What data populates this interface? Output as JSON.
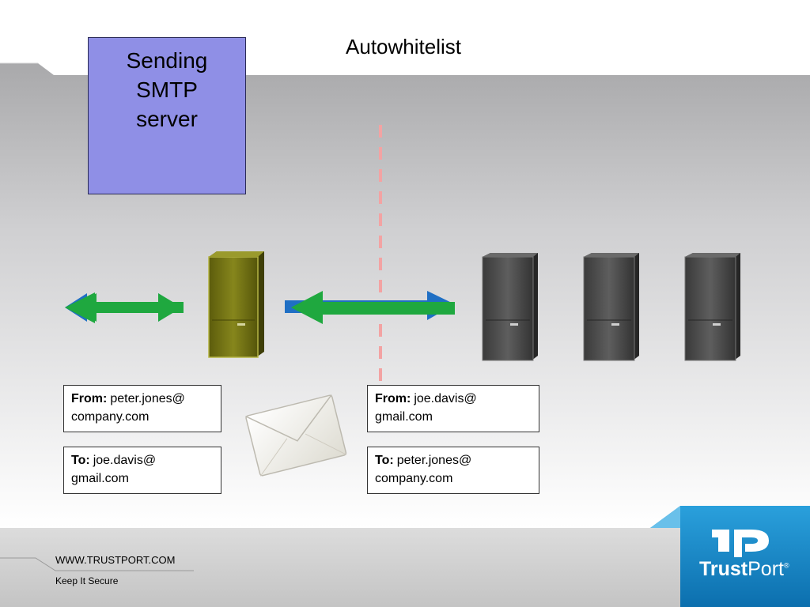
{
  "slide": {
    "title": "Autowhitelist",
    "smtp_box": {
      "lines": [
        "Sending",
        "SMTP",
        "server"
      ],
      "fill_color": "#8f8fe6"
    }
  },
  "left_email": {
    "from_label": "From:",
    "from_line1": "peter.jones@",
    "from_line2": "company.com",
    "to_label": "To:",
    "to_line1": "joe.davis@",
    "to_line2": "gmail.com"
  },
  "right_email": {
    "from_label": "From:",
    "from_line1": "joe.davis@",
    "from_line2": "gmail.com",
    "to_label": "To:",
    "to_line1": "peter.jones@",
    "to_line2": "company.com"
  },
  "footer": {
    "website": "WWW.TRUSTPORT.COM",
    "slogan": "Keep It Secure"
  },
  "brand": {
    "name_bold": "Trust",
    "name_regular": "Port",
    "registered_mark": "®",
    "accent_color": "#1d8fd0"
  },
  "icons": [
    "server-icon",
    "envelope-icon",
    "double-arrow-icon",
    "trustport-logo-icon"
  ],
  "colors": {
    "arrow_green": "#1fa83f",
    "arrow_blue": "#1f6fc4",
    "firewall_line": "#f3a3a3",
    "server_olive": "#6f6f12",
    "server_gray": "#4a4a4a"
  }
}
